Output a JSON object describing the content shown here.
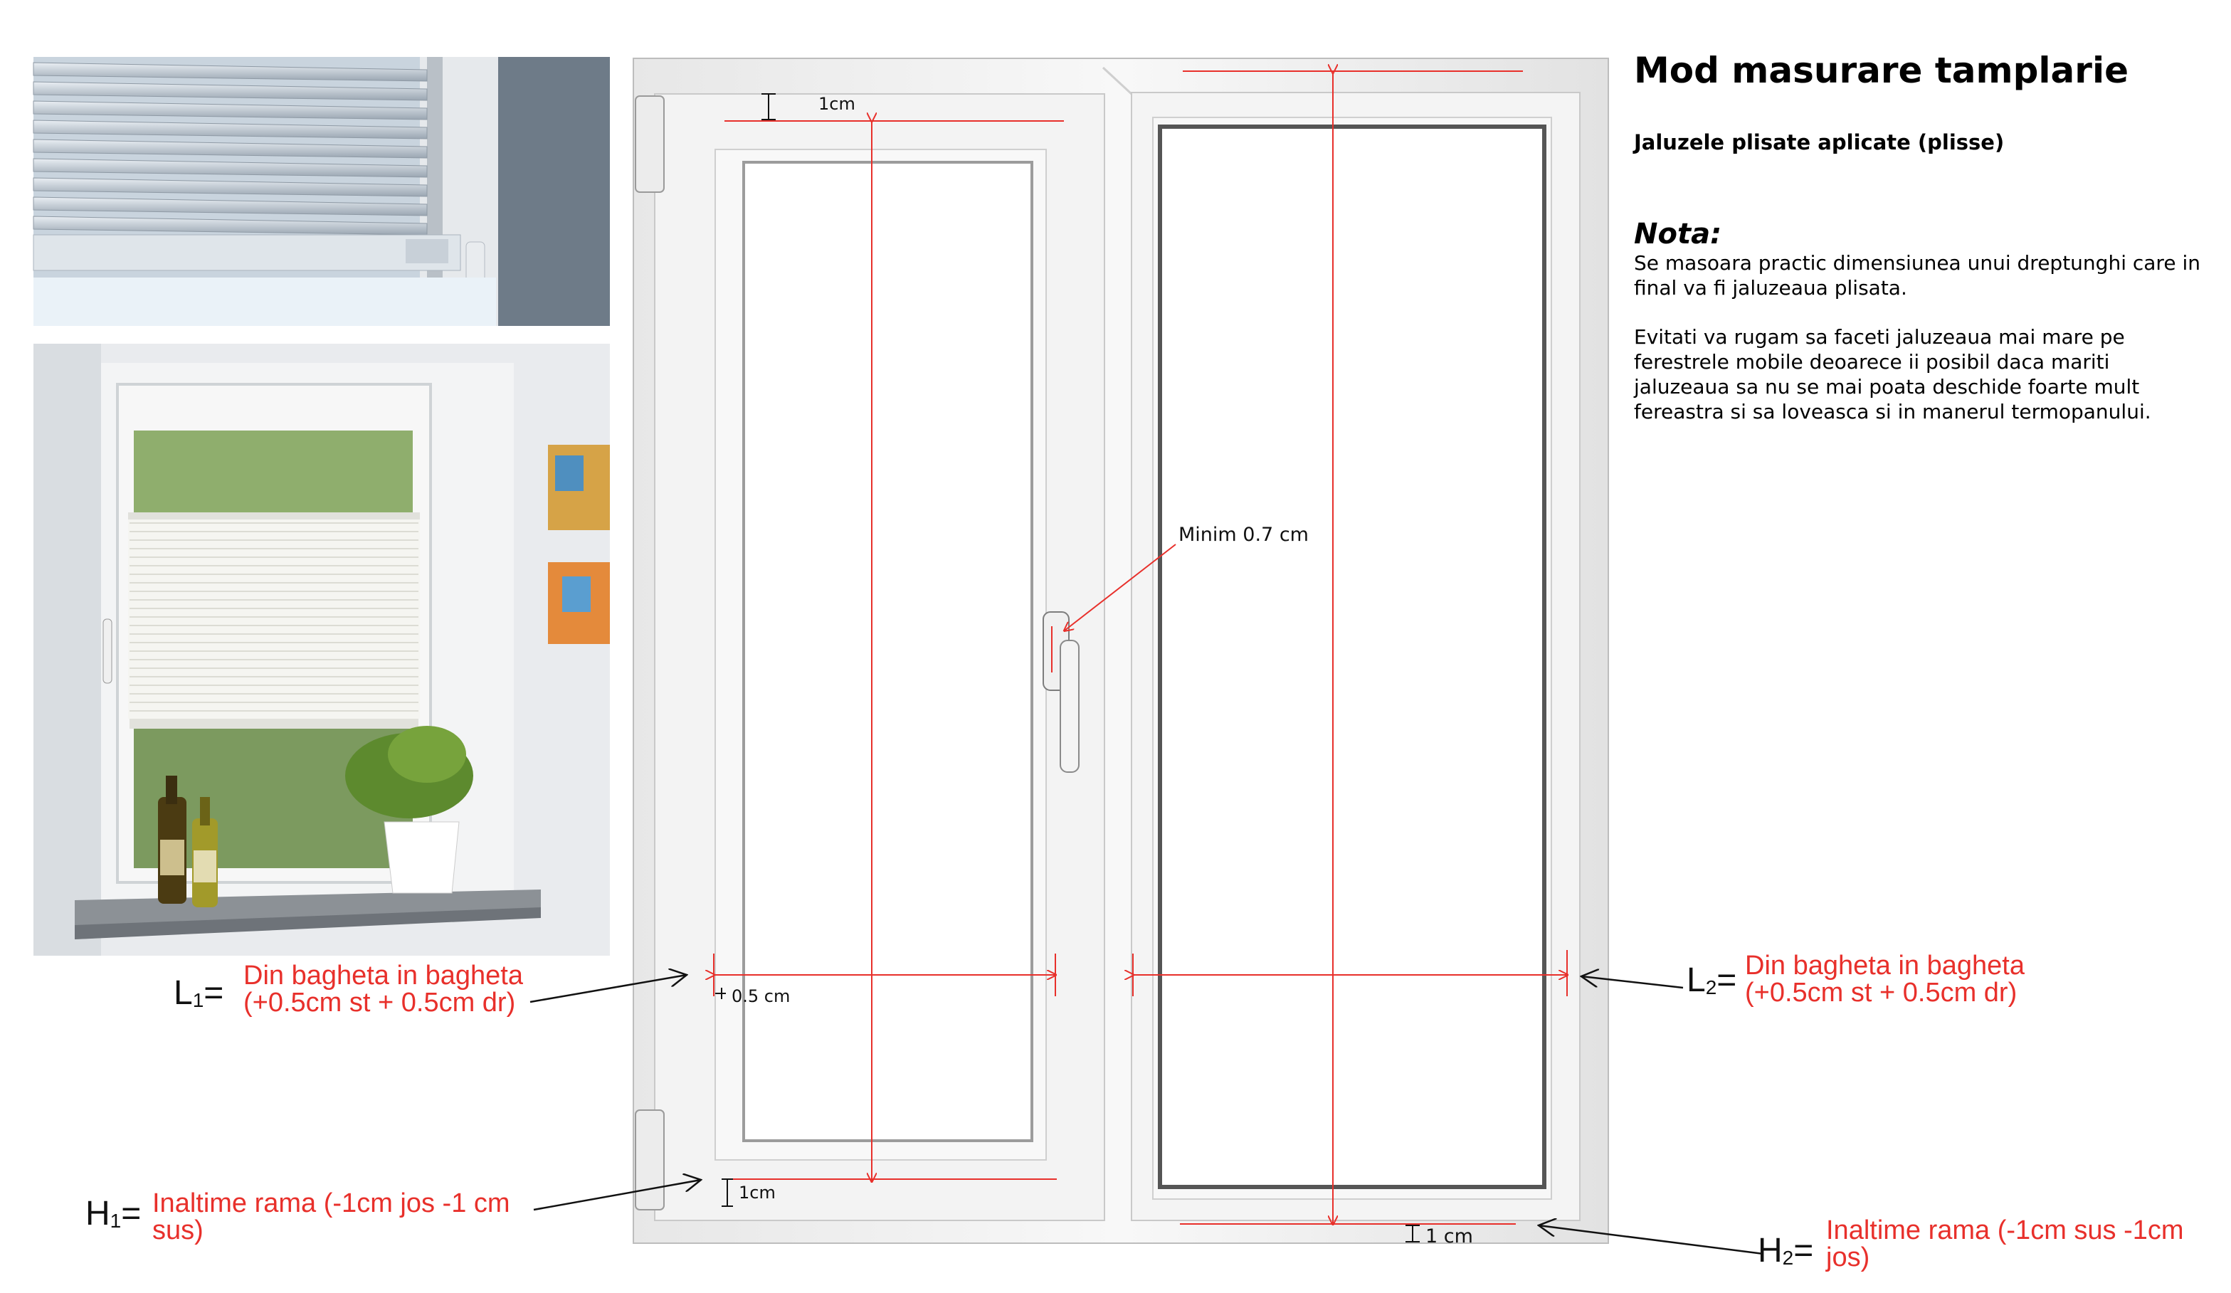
{
  "header": {
    "title": "Mod masurare tamplarie",
    "subtitle": "Jaluzele plisate aplicate (plisse)"
  },
  "note": {
    "heading": "Nota:",
    "paragraph1": "Se masoara practic dimensiunea unui dreptunghi care in final va fi jaluzeaua plisata.",
    "paragraph2": "Evitati va rugam sa faceti jaluzeaua mai mare pe ferestrele mobile deoarece ii posibil daca mariti jaluzeaua sa nu se mai poata deschide foarte mult fereastra si sa loveasca si in manerul termopanului."
  },
  "measurements": {
    "l1": {
      "letter": "L",
      "index": "1",
      "eq": "=",
      "line1": "Din bagheta in bagheta",
      "line2": "(+0.5cm st + 0.5cm dr)"
    },
    "l2": {
      "letter": "L",
      "index": "2",
      "eq": "=",
      "line1": "Din bagheta in bagheta",
      "line2": "(+0.5cm st + 0.5cm dr)"
    },
    "h1": {
      "letter": "H",
      "index": "1",
      "eq": "=",
      "line1": "Inaltime rama (-1cm jos -1 cm",
      "line2": "sus)"
    },
    "h2": {
      "letter": "H",
      "index": "2",
      "eq": "=",
      "line1": "Inaltime rama (-1cm sus -1cm",
      "line2": "jos)"
    }
  },
  "dimension_labels": {
    "top_left_gap": "1cm",
    "side_gap": "0.5 cm",
    "bottom_left_gap": "1cm",
    "bottom_right_gap": "1 cm",
    "handle_clearance": "Minim 0.7 cm"
  },
  "colors": {
    "annotation_red": "#e8302b",
    "frame_white": "#f4f4f4",
    "wall_grey": "#6e7b88"
  },
  "icons": [
    "blind-photo",
    "window-room-photo",
    "window-frame-illustration",
    "window-handle-icon",
    "hinge-icon"
  ]
}
